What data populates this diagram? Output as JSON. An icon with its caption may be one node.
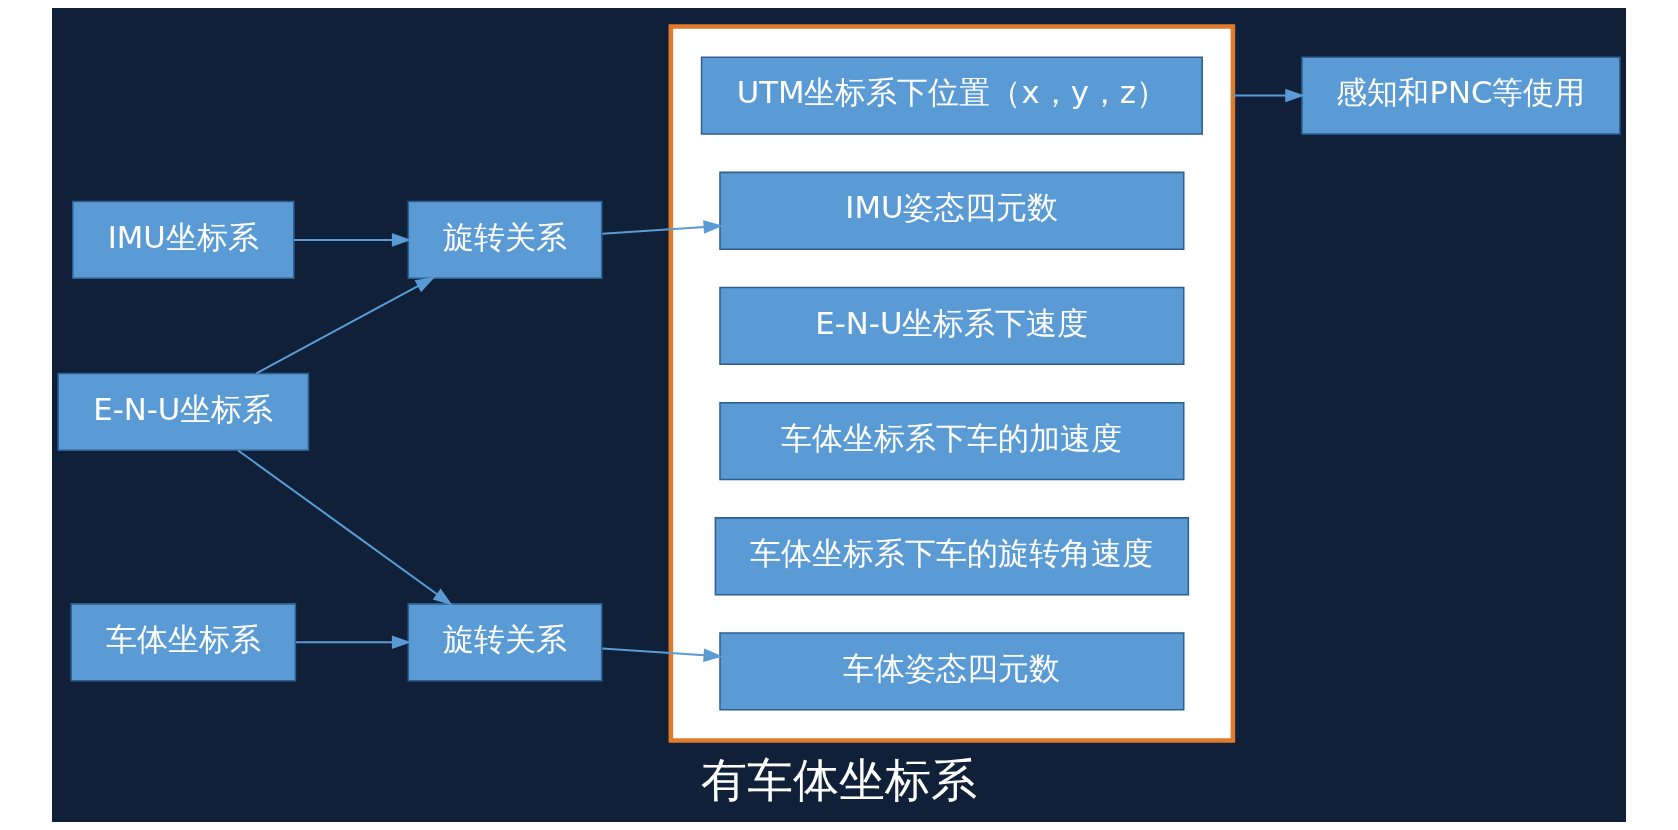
{
  "diagram": {
    "caption": "有车体坐标系",
    "nodes": [
      {
        "text": [
          "IMU坐标系"
        ]
      },
      {
        "text": [
          "E-N-U坐标系"
        ]
      },
      {
        "text": [
          "车体坐标系"
        ]
      },
      {
        "text": [
          "旋转关系"
        ]
      },
      {
        "text": [
          "旋转关系"
        ]
      },
      {
        "text": [],
        "shape": "box"
      },
      {
        "text": [
          "UTM坐标系下位置（x，y，z）"
        ],
        "in": 5
      },
      {
        "text": [
          "IMU姿态四元数"
        ],
        "in": 5
      },
      {
        "text": [
          "E-N-U坐标系下速度"
        ],
        "in": 5
      },
      {
        "text": [
          "车体坐标系下车的加速度"
        ],
        "in": 5
      },
      {
        "text": [
          "车体坐标系下车的旋转角速度"
        ],
        "in": 5
      },
      {
        "text": [
          "车体姿态四元数"
        ],
        "in": 5
      },
      {
        "text": [
          "感知和PNC等使用"
        ]
      }
    ],
    "edges": [
      {
        "from": 0,
        "to": 3,
        "arrow": "to"
      },
      {
        "from": 1,
        "to": 3,
        "arrow": "to"
      },
      {
        "from": 1,
        "to": 4,
        "arrow": "to"
      },
      {
        "from": 2,
        "to": 4,
        "arrow": "to"
      },
      {
        "from": 3,
        "to": 7,
        "arrow": "to"
      },
      {
        "from": 4,
        "to": 11,
        "arrow": "to"
      },
      {
        "from": 5,
        "to": 12,
        "arrow": "to"
      }
    ]
  }
}
